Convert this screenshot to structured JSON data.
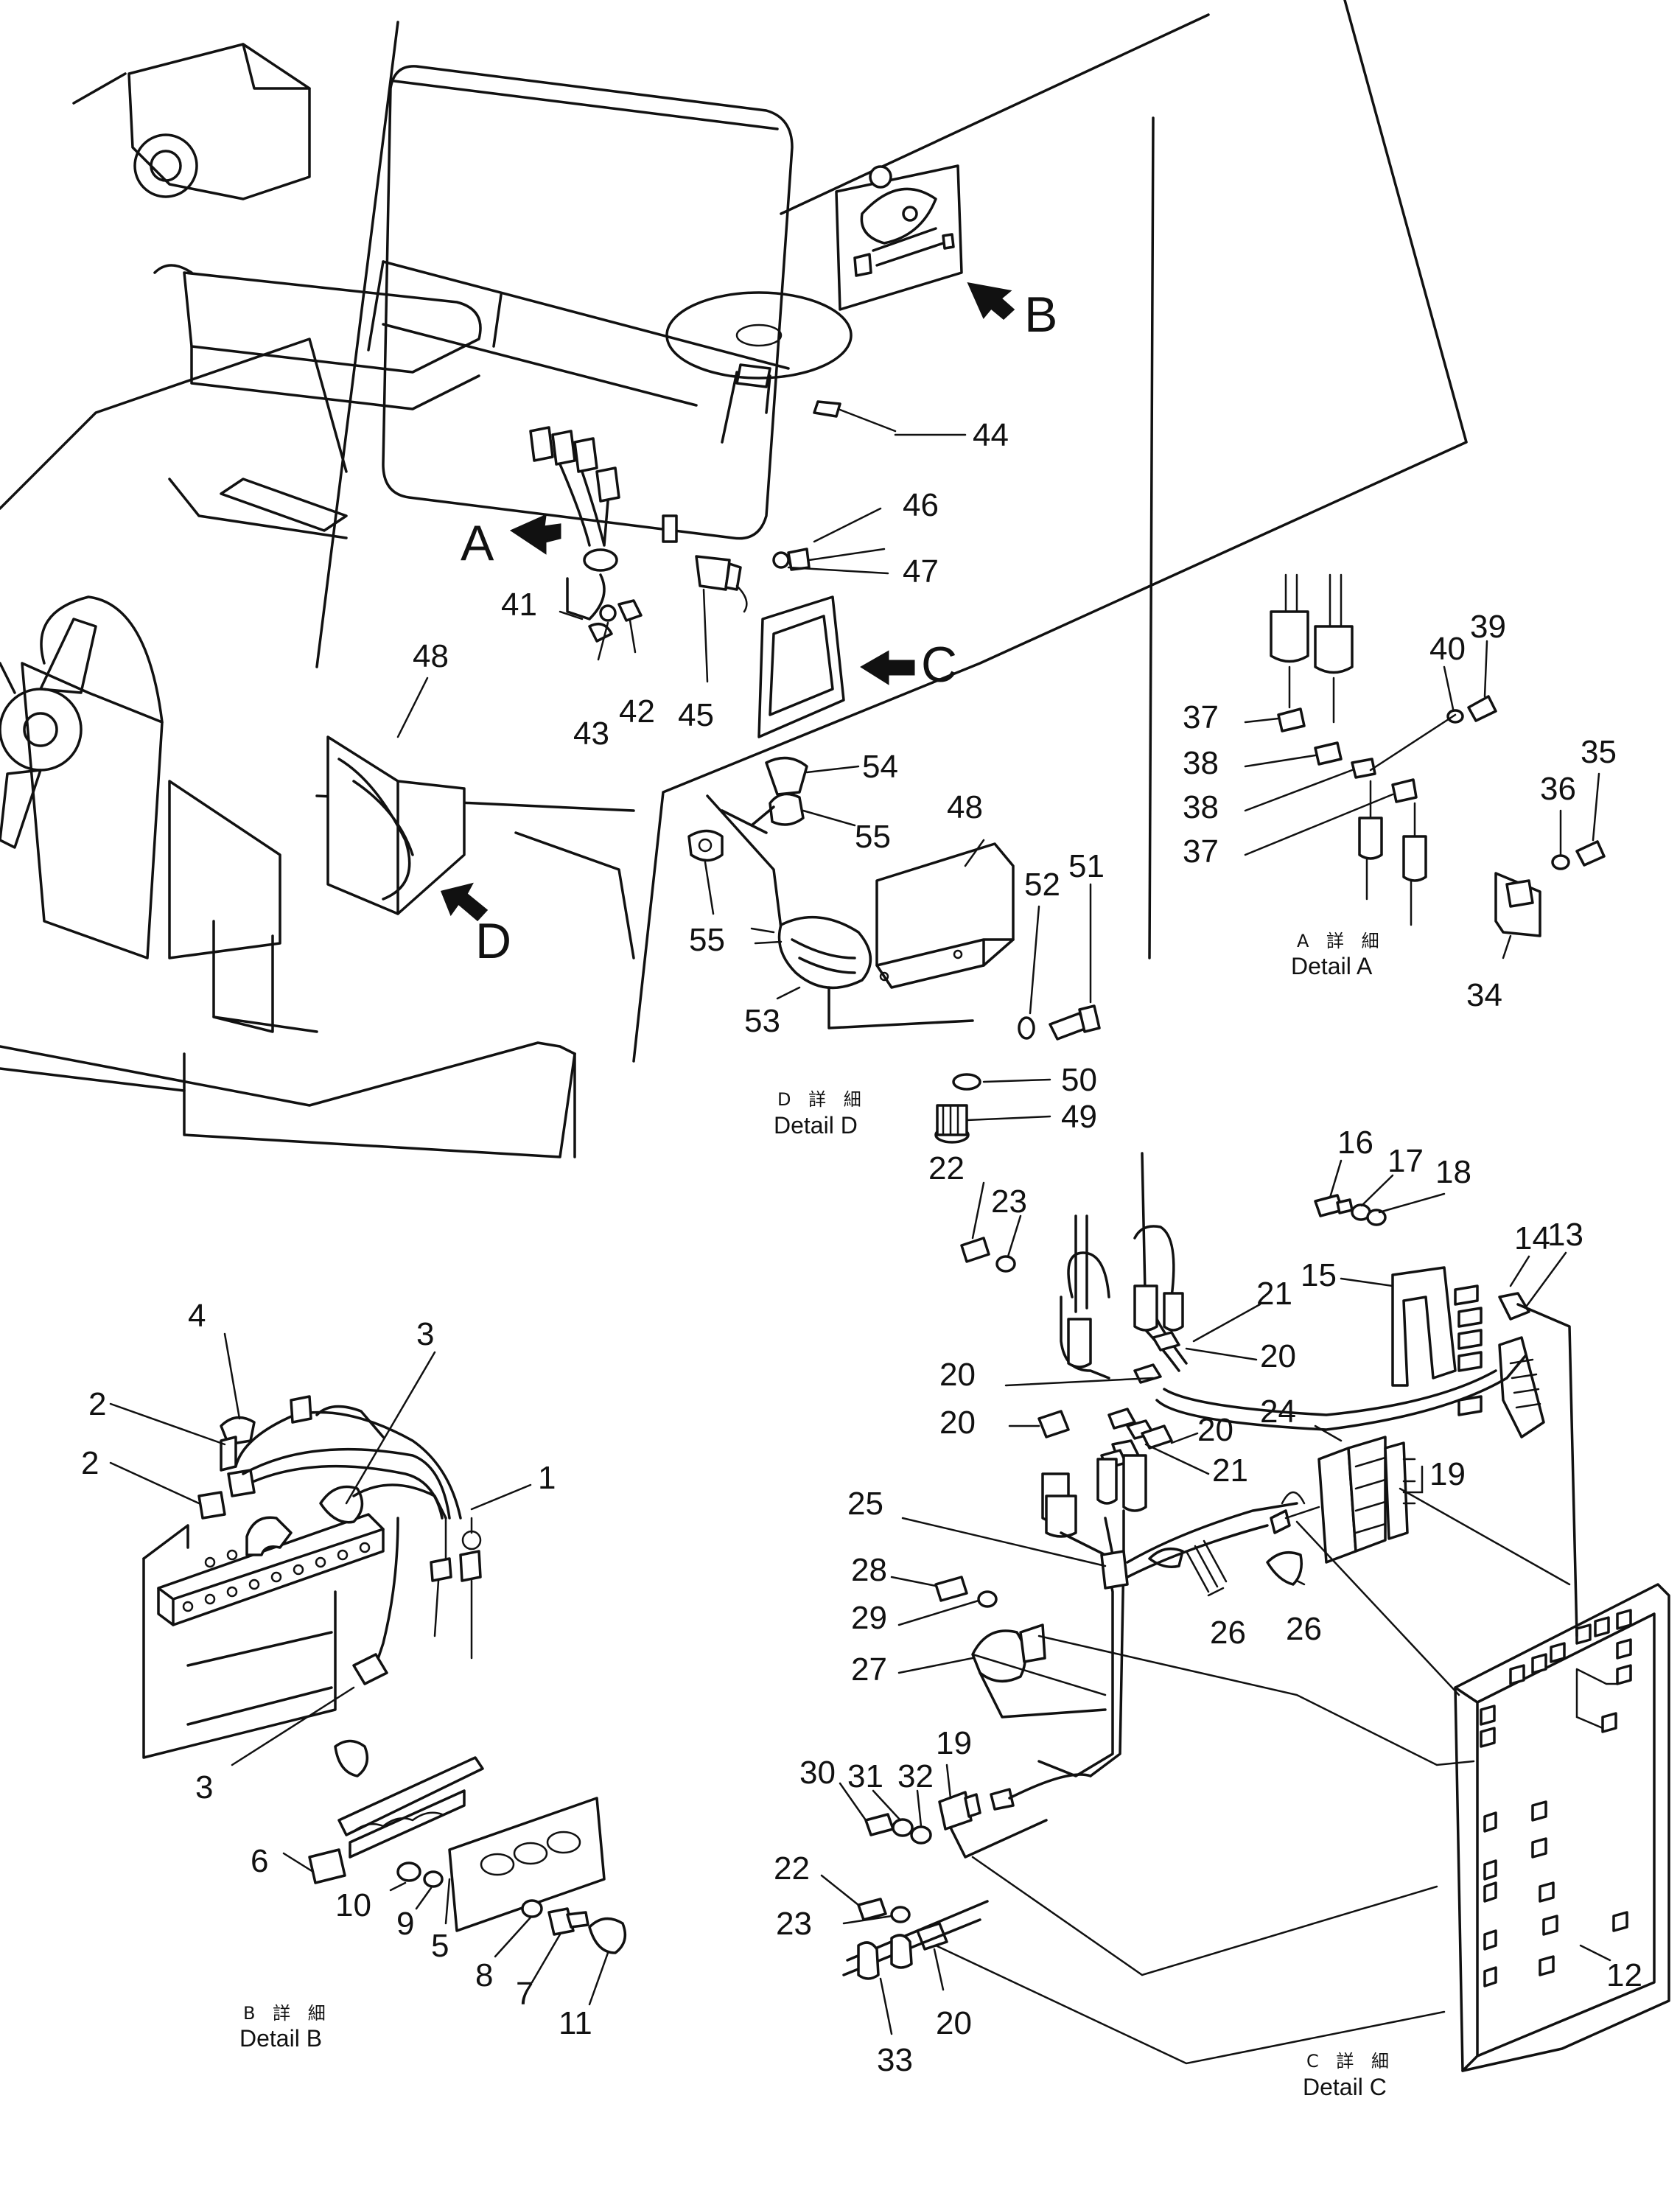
{
  "view_labels": {
    "a": "A",
    "b": "B",
    "c": "C",
    "d": "D"
  },
  "captions": {
    "a_jp": "A 詳 細",
    "a_en": "Detail A",
    "b_jp": "B 詳 細",
    "b_en": "Detail B",
    "c_jp": "C 詳 細",
    "c_en": "Detail C",
    "d_jp": "D 詳 細",
    "d_en": "Detail D"
  },
  "callouts": {
    "n1": "1",
    "n2a": "2",
    "n2b": "2",
    "n3a": "3",
    "n3b": "3",
    "n4": "4",
    "n5": "5",
    "n6": "6",
    "n7": "7",
    "n8": "8",
    "n9": "9",
    "n10": "10",
    "n11": "11",
    "n12": "12",
    "n13": "13",
    "n14": "14",
    "n15": "15",
    "n16": "16",
    "n17": "17",
    "n18": "18",
    "n19a": "19",
    "n19b": "19",
    "n20a": "20",
    "n20b": "20",
    "n20c": "20",
    "n20d": "20",
    "n20e": "20",
    "n21a": "21",
    "n21b": "21",
    "n22a": "22",
    "n22b": "22",
    "n23a": "23",
    "n23b": "23",
    "n24": "24",
    "n25": "25",
    "n26a": "26",
    "n26b": "26",
    "n27": "27",
    "n28": "28",
    "n29": "29",
    "n30": "30",
    "n31": "31",
    "n32": "32",
    "n33": "33",
    "n34": "34",
    "n35": "35",
    "n36": "36",
    "n37a": "37",
    "n37b": "37",
    "n38a": "38",
    "n38b": "38",
    "n39": "39",
    "n40": "40",
    "n41": "41",
    "n42": "42",
    "n43": "43",
    "n44": "44",
    "n45": "45",
    "n46": "46",
    "n47": "47",
    "n48a": "48",
    "n48b": "48",
    "n49": "49",
    "n50": "50",
    "n51": "51",
    "n52": "52",
    "n53": "53",
    "n54": "54",
    "n55a": "55",
    "n55b": "55"
  }
}
